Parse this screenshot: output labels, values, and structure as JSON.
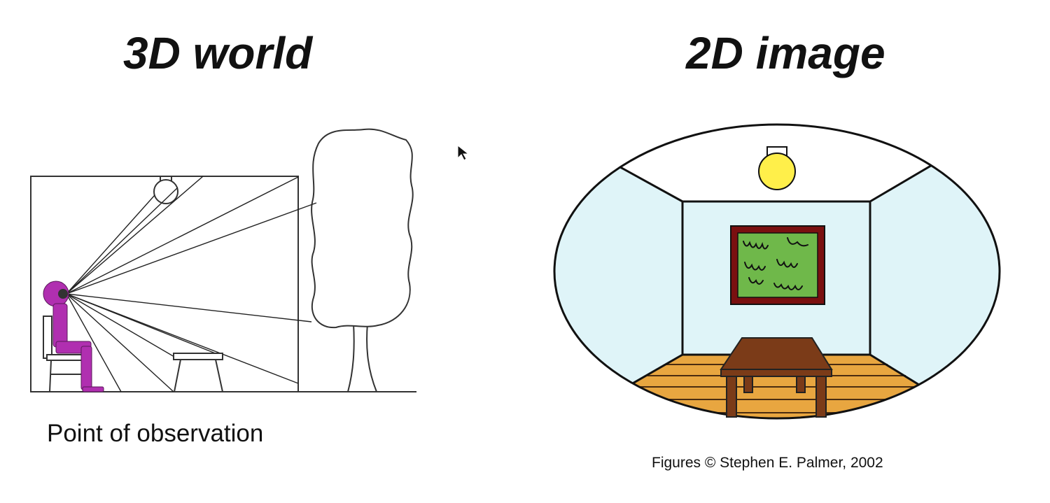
{
  "titles": {
    "left": "3D world",
    "right": "2D image"
  },
  "captions": {
    "left": "Point of observation",
    "credit": "Figures © Stephen E. Palmer, 2002"
  },
  "colors": {
    "person": "#b02fb0",
    "wall": "#dff4f8",
    "lamp": "#ffef4a",
    "painting_frame": "#7a1010",
    "painting_canvas": "#6fb84a",
    "table": "#7b3b18",
    "floor": "#e8a640"
  },
  "icons": {
    "pointer": "mouse-pointer-icon"
  }
}
